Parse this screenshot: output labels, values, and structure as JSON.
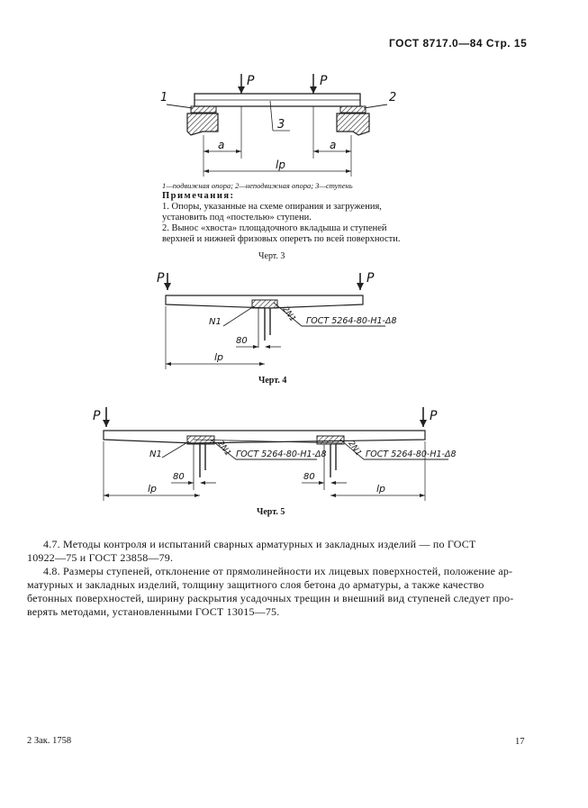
{
  "header": {
    "text": "ГОСТ 8717.0—84 Стр. 15"
  },
  "figure3": {
    "label_p1": "P",
    "label_p2": "P",
    "label_1": "1",
    "label_2": "2",
    "label_3": "3",
    "label_a1": "a",
    "label_a2": "a",
    "label_lp": "lp",
    "legend": "1—подвижная опора; 2—неподвижная опора; 3—ступень",
    "notes_title": "Примечания:",
    "note1_line1": "1. Опоры, указанные на схеме опирания и загружения,",
    "note1_line2": "установить под «постелью» ступени.",
    "note2_line1": "2. Вынос «хвоста» площадочного вкладыша и ступеней",
    "note2_line2": "верхней и нижней фризовых оперетъ по всей поверхности.",
    "caption": "Черт. 3"
  },
  "figure4": {
    "label_p1": "P",
    "label_p2": "P",
    "label_n1": "N1",
    "label_2n1": "2N1",
    "label_gost": "ГОСТ 5264-80-Н1-Δ8",
    "label_80": "80",
    "label_lp": "lp",
    "caption": "Черт. 4"
  },
  "figure5": {
    "label_p1": "P",
    "label_p2": "P",
    "label_n1": "N1",
    "label_2n1_a": "2N1",
    "label_gost_a": "ГОСТ 5264-80-Н1-Δ8",
    "label_2n1_b": "2N1",
    "label_gost_b": "ГОСТ 5264-80-Н1-Δ8",
    "label_80_a": "80",
    "label_80_b": "80",
    "label_lp_a": "lp",
    "label_lp_b": "lp",
    "caption": "Черт. 5"
  },
  "paragraphs": {
    "p47_line1": "4.7. Методы контроля и испытаний сварных арматурных и закладных изделий — по ГОСТ",
    "p47_line2": "10922—75 и ГОСТ 23858—79.",
    "p48_line1": "4.8. Размеры ступеней, отклонение от прямолинейности их лицевых поверхностей, положение ар-",
    "p48_line2": "матурных и закладных изделий, толщину защитного слоя бетона до арматуры, а также качество",
    "p48_line3": "бетонных поверхностей, ширину раскрытия усадочных трещин и внешний вид ступеней следует про-",
    "p48_line4": "верять методами, установленными ГОСТ 13015—75."
  },
  "footer": {
    "left": "2 Зак. 1758",
    "right": "17"
  }
}
